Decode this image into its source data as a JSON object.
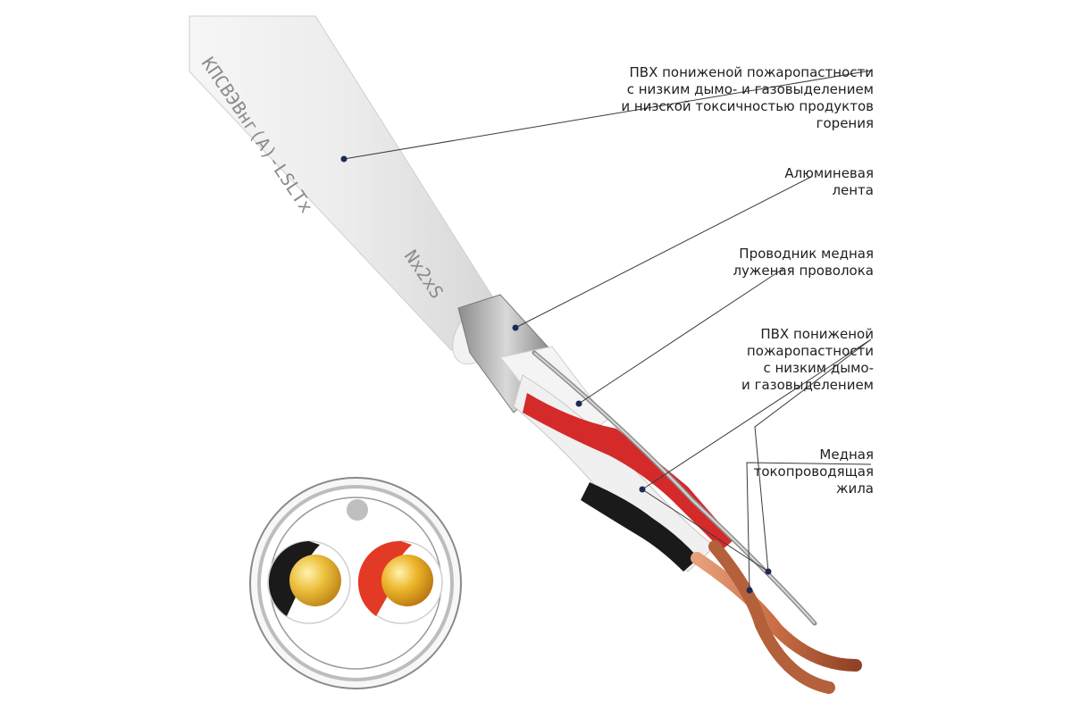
{
  "diagram": {
    "cable_marking": "КПСВЭВнг(А)-LSLTx",
    "cable_size": "Nx2xS",
    "labels": [
      {
        "id": "outer_sheath",
        "lines": [
          "ПВХ пониженой пожаропастности",
          "с низким дымо- и газовыделением",
          "и низской токсичностью продуктов",
          "горения"
        ]
      },
      {
        "id": "aluminum_tape",
        "lines": [
          "Алюминевая",
          "лента"
        ]
      },
      {
        "id": "drain_wire",
        "lines": [
          "Проводник медная",
          "луженая проволока"
        ]
      },
      {
        "id": "insulation",
        "lines": [
          "ПВХ пониженой",
          "пожаропастности",
          "с низким дымо-",
          "и газовыделением"
        ]
      },
      {
        "id": "conductor",
        "lines": [
          "Медная",
          "токопроводящая",
          "жила"
        ]
      }
    ]
  },
  "colors": {
    "sheath": "#e7e7e7",
    "foil": "#a9a9a9",
    "red_insulation": "#d42a2a",
    "black_insulation": "#1a1a1a",
    "copper": "#c8734a",
    "gold": "#e2ad25",
    "leader_line": "#3a3a3a",
    "dot": "#1e2a55"
  }
}
